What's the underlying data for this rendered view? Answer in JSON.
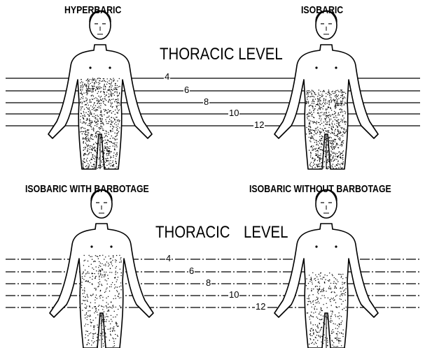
{
  "panels": [
    {
      "id": "hyperbaric",
      "title": "HYPERBARIC"
    },
    {
      "id": "isobaric",
      "title": "ISOBARIC"
    },
    {
      "id": "isobaric-with-barbotage",
      "title": "ISOBARIC WITH BARBOTAGE"
    },
    {
      "id": "isobaric-without-barbotage",
      "title": "ISOBARIC WITHOUT BARBOTAGE"
    }
  ],
  "level_labels": {
    "top": "THORACIC LEVEL",
    "bottom_word1": "THORACIC",
    "bottom_word2": "LEVEL"
  },
  "levels": [
    "4",
    "6",
    "8",
    "10",
    "12"
  ]
}
